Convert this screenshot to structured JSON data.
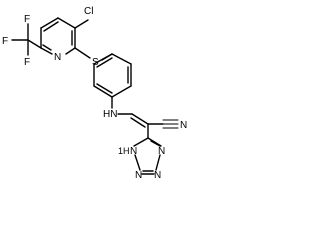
{
  "molecule": {
    "atoms": {
      "cl": "Cl",
      "f_top": "F",
      "f_left": "F",
      "f_bottom": "F",
      "n_pyridine": "N",
      "s": "S",
      "nh_amine": "HN",
      "n_nitrile": "N",
      "nh_tetrazole": "1H",
      "n_tetrazole_a": "N",
      "n_tetrazole_b": "N",
      "n_tetrazole_c": "N",
      "n_tetrazole_d": "N"
    }
  }
}
